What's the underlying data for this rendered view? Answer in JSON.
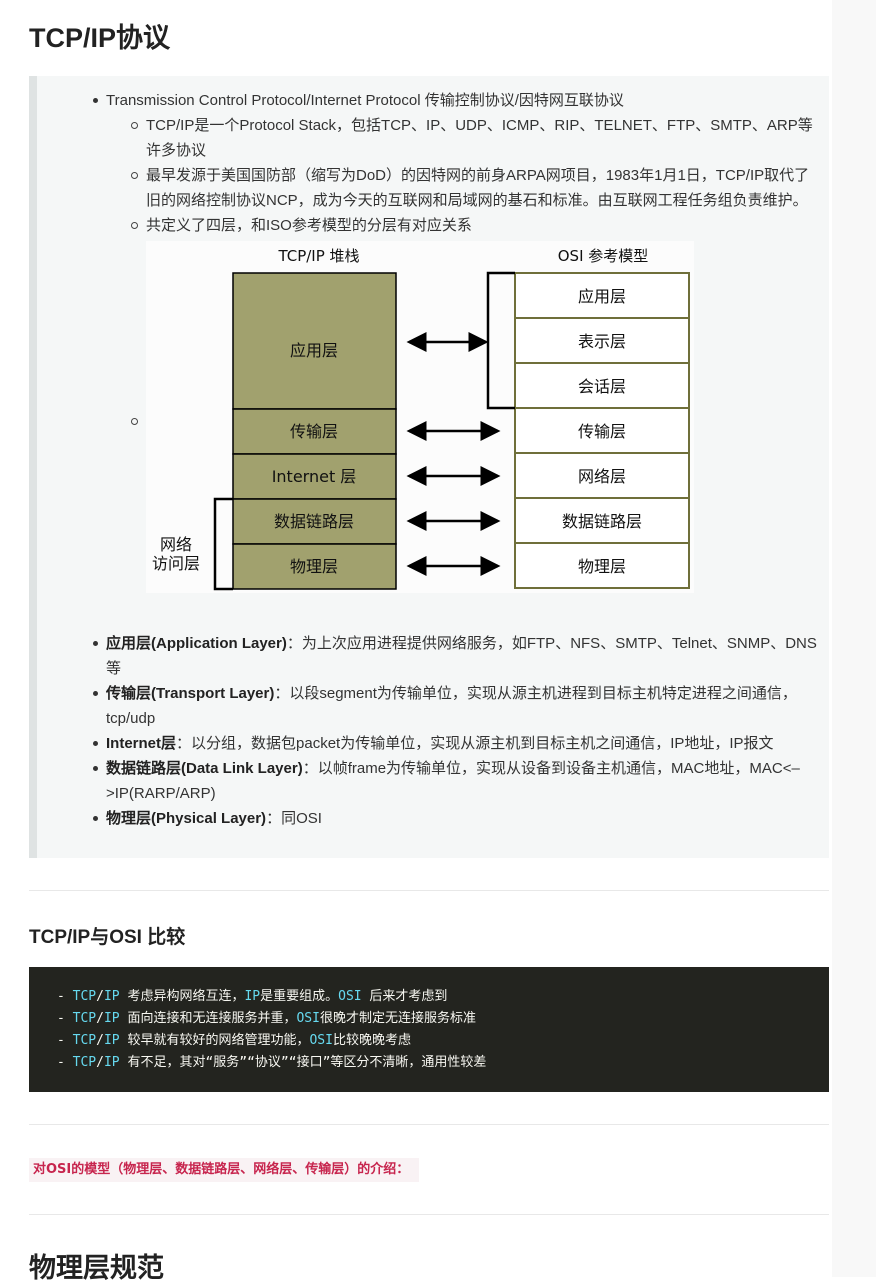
{
  "page": {
    "title": "TCP/IP协议",
    "intro": {
      "main_item": "Transmission Control Protocol/Internet Protocol 传输控制协议/因特网互联协议",
      "sub_items": [
        "TCP/IP是一个Protocol Stack，包括TCP、IP、UDP、ICMP、RIP、TELNET、FTP、SMTP、ARP等许多协议",
        "最早发源于美国国防部（缩写为DoD）的因特网的前身ARPA网项目，1983年1月1日，TCP/IP取代了旧的网络控制协议NCP，成为今天的互联网和局域网的基石和标准。由互联网工程任务组负责维护。",
        "共定义了四层，和ISO参考模型的分层有对应关系"
      ]
    },
    "diagram": {
      "left_title": "TCP/IP 堆栈",
      "right_title": "OSI 参考模型",
      "tcpip_layers": [
        "应用层",
        "传输层",
        "Internet 层",
        "数据链路层",
        "物理层"
      ],
      "osi_layers": [
        "应用层",
        "表示层",
        "会话层",
        "传输层",
        "网络层",
        "数据链路层",
        "物理层"
      ],
      "network_access_label": [
        "网络",
        "访问层"
      ],
      "colors": {
        "tcpip_fill": "#a1a16e",
        "osi_border": "#6f6f3a",
        "line": "#000000"
      }
    },
    "layers": [
      {
        "name": "应用层(Application Layer)",
        "desc": "：为上次应用进程提供网络服务，如FTP、NFS、SMTP、Telnet、SNMP、DNS等"
      },
      {
        "name": "传输层(Transport Layer)",
        "desc": "：以段segment为传输单位，实现从源主机进程到目标主机特定进程之间通信，tcp/udp"
      },
      {
        "name": "Internet层",
        "desc": "：以分组，数据包packet为传输单位，实现从源主机到目标主机之间通信，IP地址，IP报文"
      },
      {
        "name": "数据链路层(Data Link Layer)",
        "desc": "：以帧frame为传输单位，实现从设备到设备主机通信，MAC地址，MAC<–>IP(RARP/ARP)"
      },
      {
        "name": "物理层(Physical Layer)",
        "desc": "：同OSI"
      }
    ],
    "compare_title": "TCP/IP与OSI 比较",
    "code_lines": [
      [
        {
          "t": "- ",
          "c": ""
        },
        {
          "t": "TCP",
          "c": "kw"
        },
        {
          "t": "/",
          "c": ""
        },
        {
          "t": "IP",
          "c": "kw"
        },
        {
          "t": " 考虑异构网络互连，",
          "c": ""
        },
        {
          "t": "IP",
          "c": "kw"
        },
        {
          "t": "是重要组成。",
          "c": ""
        },
        {
          "t": "OSI",
          "c": "kw"
        },
        {
          "t": " 后来才考虑到",
          "c": ""
        }
      ],
      [
        {
          "t": "- ",
          "c": ""
        },
        {
          "t": "TCP",
          "c": "kw"
        },
        {
          "t": "/",
          "c": ""
        },
        {
          "t": "IP",
          "c": "kw"
        },
        {
          "t": " 面向连接和无连接服务并重，",
          "c": ""
        },
        {
          "t": "OSI",
          "c": "kw"
        },
        {
          "t": "很晚才制定无连接服务标准",
          "c": ""
        }
      ],
      [
        {
          "t": "- ",
          "c": ""
        },
        {
          "t": "TCP",
          "c": "kw"
        },
        {
          "t": "/",
          "c": ""
        },
        {
          "t": "IP",
          "c": "kw"
        },
        {
          "t": " 较早就有较好的网络管理功能，",
          "c": ""
        },
        {
          "t": "OSI",
          "c": "kw"
        },
        {
          "t": "比较晚晚考虑",
          "c": ""
        }
      ],
      [
        {
          "t": "- ",
          "c": ""
        },
        {
          "t": "TCP",
          "c": "kw"
        },
        {
          "t": "/",
          "c": ""
        },
        {
          "t": "IP",
          "c": "kw"
        },
        {
          "t": " 有不足，其对“服务”“协议”“接口”等区分不清晰，通用性较差",
          "c": ""
        }
      ]
    ],
    "inline_note": "对OSI的模型（物理层、数据链路层、网络层、传输层）的介绍：",
    "next_heading": "物理层规范"
  }
}
